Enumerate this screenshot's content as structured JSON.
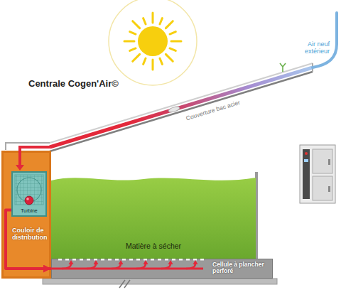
{
  "diagram": {
    "title": "Centrale Cogen'Air©",
    "nodes": [
      {
        "text": [
          "Couloir de distribution"
        ]
      },
      {
        "text": [
          "Turbine"
        ],
        "in": 0
      },
      {
        "text": [
          "Matière à sécher"
        ]
      },
      {
        "text": [
          "Cellule à plancher perforé"
        ]
      }
    ],
    "edges": [
      {
        "from": 1,
        "to": 3,
        "arrow": "to"
      }
    ],
    "labels": [
      "Air neuf extérieur",
      "Couverture bac acier"
    ]
  }
}
